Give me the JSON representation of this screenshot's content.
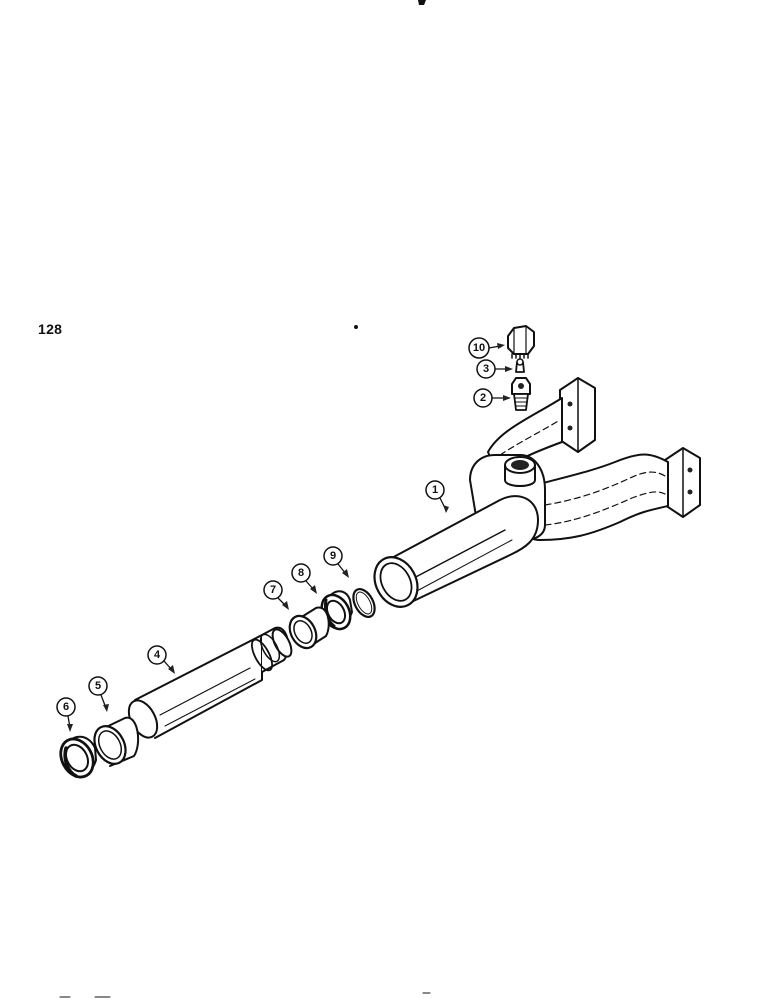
{
  "page": {
    "number": "128"
  },
  "callouts": [
    {
      "id": "c1",
      "label": "1"
    },
    {
      "id": "c2",
      "label": "2"
    },
    {
      "id": "c3",
      "label": "3"
    },
    {
      "id": "c4",
      "label": "4"
    },
    {
      "id": "c5",
      "label": "5"
    },
    {
      "id": "c6",
      "label": "6"
    },
    {
      "id": "c7",
      "label": "7"
    },
    {
      "id": "c8",
      "label": "8"
    },
    {
      "id": "c9",
      "label": "9"
    },
    {
      "id": "c10",
      "label": "10"
    }
  ],
  "colors": {
    "ink": "#111111",
    "paper": "#ffffff"
  }
}
